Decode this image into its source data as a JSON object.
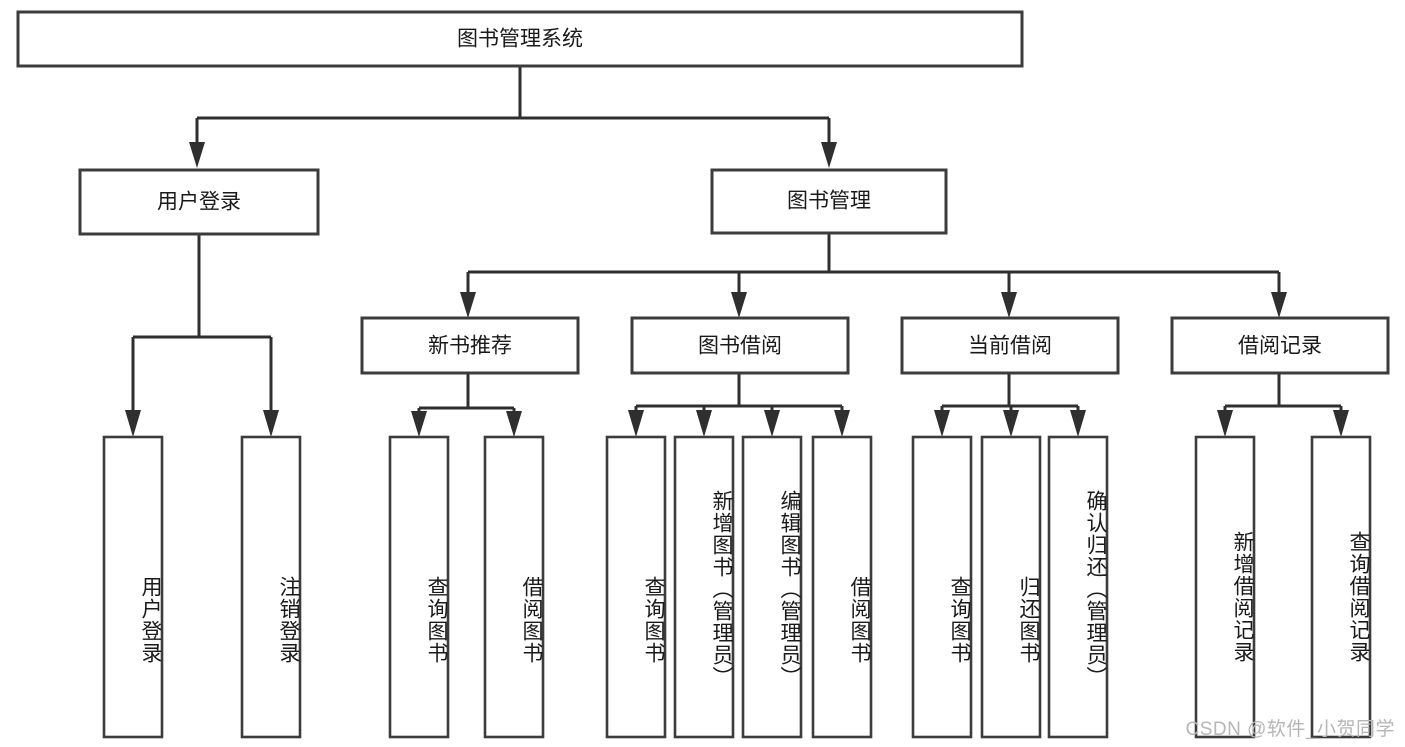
{
  "diagram": {
    "title": "图书管理系统",
    "type": "tree-hierarchy",
    "root": {
      "label": "图书管理系统"
    },
    "level1": [
      {
        "label": "用户登录"
      },
      {
        "label": "图书管理"
      }
    ],
    "level2": [
      {
        "label": "新书推荐"
      },
      {
        "label": "图书借阅"
      },
      {
        "label": "当前借阅"
      },
      {
        "label": "借阅记录"
      }
    ],
    "leaves": {
      "user_login": [
        {
          "label": "用户登录"
        },
        {
          "label": "注销登录"
        }
      ],
      "new_book_recommend": [
        {
          "label": "查询图书"
        },
        {
          "label": "借阅图书"
        }
      ],
      "book_borrow": [
        {
          "label": "查询图书"
        },
        {
          "label": "新增图书（管理员）"
        },
        {
          "label": "编辑图书（管理员）"
        },
        {
          "label": "借阅图书"
        }
      ],
      "current_borrow": [
        {
          "label": "查询图书"
        },
        {
          "label": "归还图书"
        },
        {
          "label": "确认归还（管理员）"
        }
      ],
      "borrow_record": [
        {
          "label": "新增借阅记录"
        },
        {
          "label": "查询借阅记录"
        }
      ]
    }
  },
  "watermark": {
    "text": "CSDN @软件_小贺同学"
  },
  "colors": {
    "box_stroke": "#3c3c3c",
    "link": "#2f2f2f",
    "text": "#1a1a1a",
    "background": "#ffffff",
    "watermark": "#b6b6b6"
  }
}
